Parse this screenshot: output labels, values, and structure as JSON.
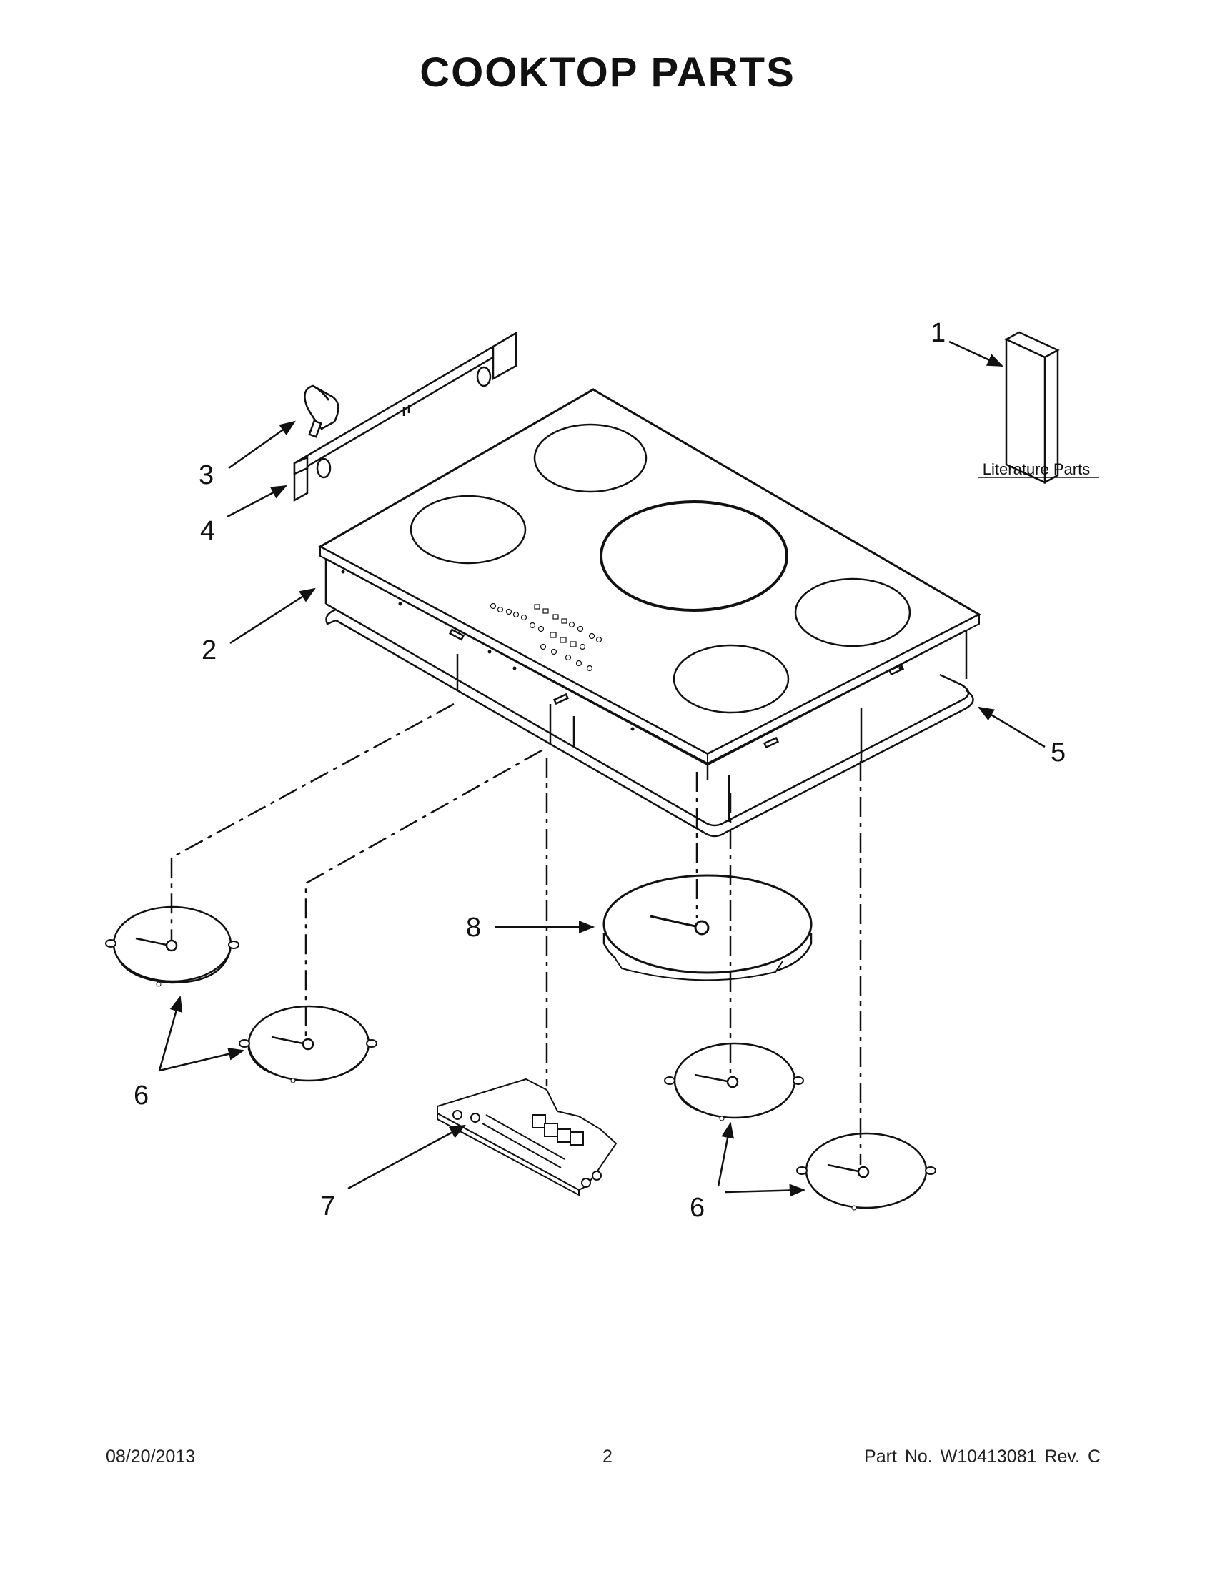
{
  "page": {
    "title": "COOKTOP PARTS"
  },
  "callouts": {
    "c1": "1",
    "c2": "2",
    "c3": "3",
    "c4": "4",
    "c5": "5",
    "c6a": "6",
    "c6b": "6",
    "c7": "7",
    "c8": "8"
  },
  "literature_label": "Literature Parts",
  "footer": {
    "date": "08/20/2013",
    "page_number": "2",
    "part_number": "Part No.  W10413081  Rev.  C"
  }
}
